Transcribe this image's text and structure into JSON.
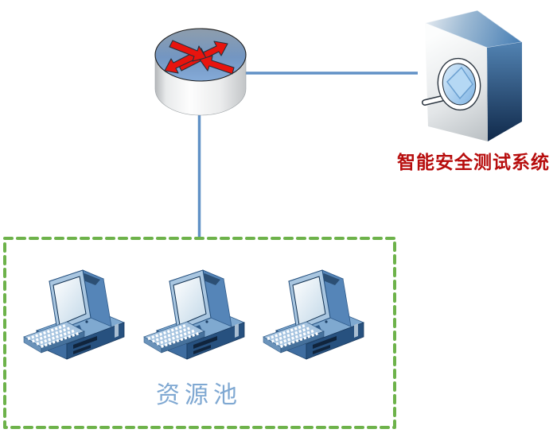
{
  "diagram": {
    "background_color": "#ffffff",
    "connector_color": "#6191c6",
    "nodes": {
      "router": {
        "name": "router",
        "icon": "router-cylinder-crossed-arrows"
      },
      "security_system": {
        "name": "intelligent-security-testing-system",
        "icon": "magnifier-box",
        "label": "智能安全测试系统",
        "label_color": "#b70d0d"
      },
      "resource_pool": {
        "name": "resource-pool",
        "label": "资源池",
        "label_color": "#7fa8d2",
        "border_color": "#6db24a",
        "border_style": "dashed",
        "computer_count": 3
      }
    },
    "connections": [
      {
        "from": "router",
        "to": "security_system"
      },
      {
        "from": "router",
        "to": "resource_pool"
      }
    ]
  }
}
